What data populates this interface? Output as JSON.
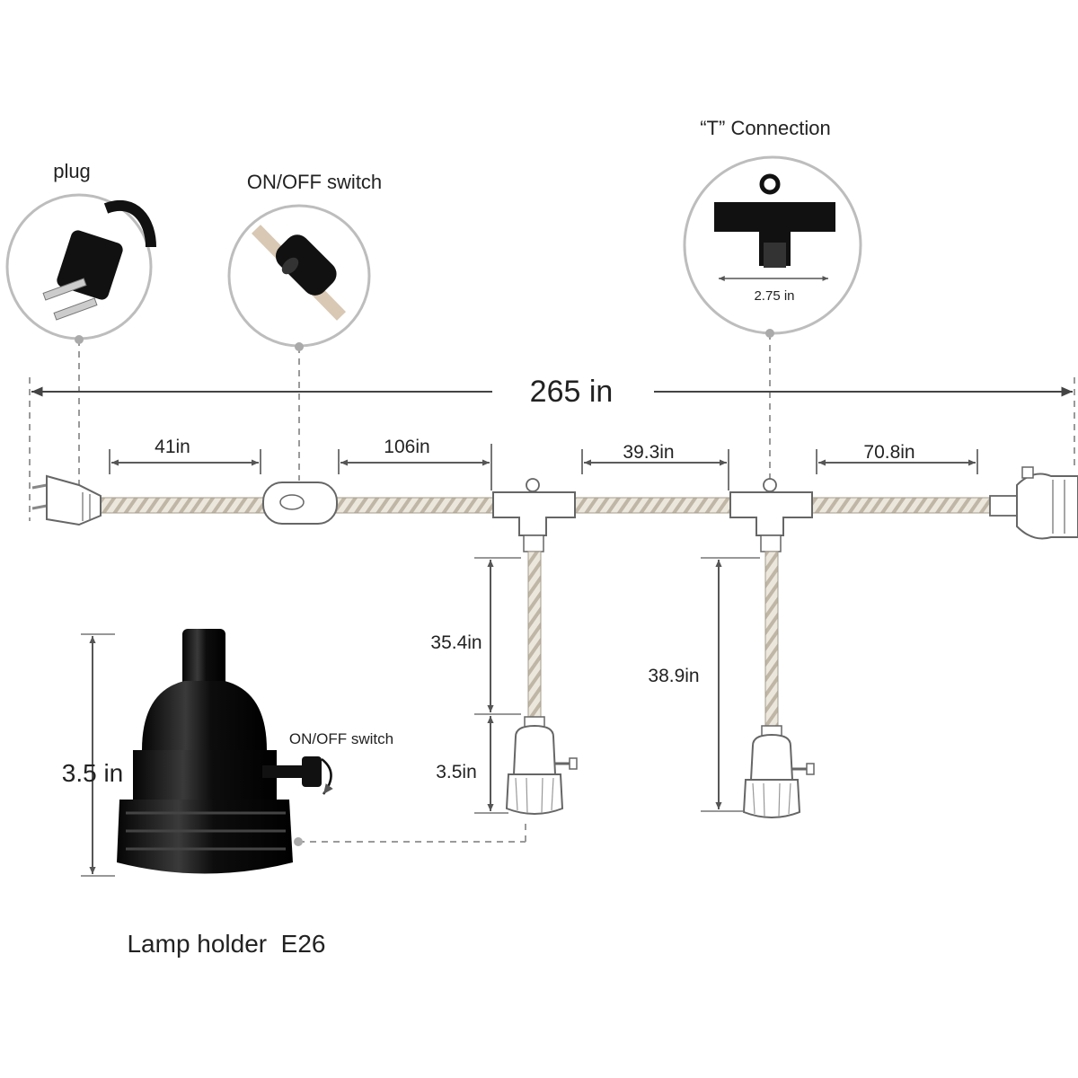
{
  "callouts": {
    "plug": "plug",
    "switch": "ON/OFF switch",
    "t_connection": "“T” Connection",
    "t_width": "2.75 in"
  },
  "dimensions": {
    "total": "265 in",
    "seg1": "41in",
    "seg2": "106in",
    "seg3": "39.3in",
    "seg4": "70.8in",
    "drop1": "35.4in",
    "drop2": "38.9in",
    "socket_height_small": "3.5in",
    "socket_height_large": "3.5 in"
  },
  "lamp_holder": {
    "switch_label": "ON/OFF switch",
    "caption": "Lamp holder  E26"
  },
  "colors": {
    "line": "#444444",
    "dash": "#9a9a9a",
    "rope": "#d8d2c6",
    "socket": "#111111",
    "outline": "#bdbdbd"
  }
}
